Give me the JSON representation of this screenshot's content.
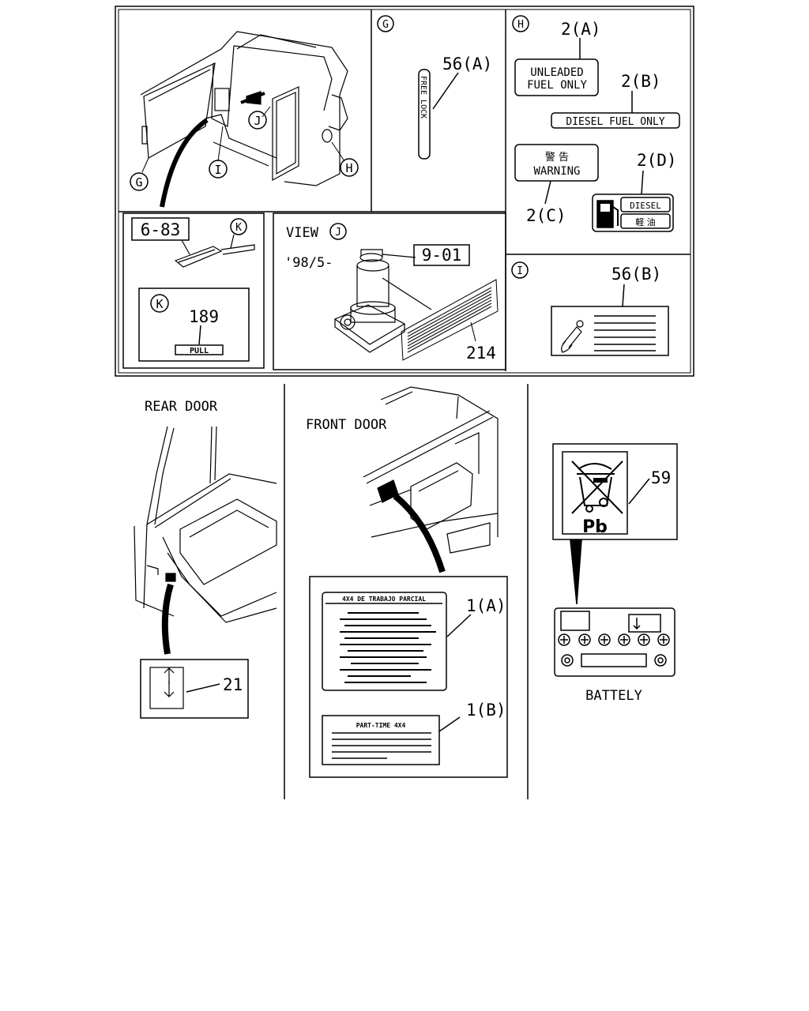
{
  "callouts": {
    "g": "G",
    "h": "H",
    "i": "I",
    "j": "J",
    "k": "K"
  },
  "top": {
    "ref_6_83": "6-83",
    "part_189": "189",
    "pull": "PULL",
    "view": "VIEW",
    "date": "'98/5-",
    "ref_9_01": "9-01",
    "part_214": "214",
    "part_56a": "56(A)",
    "free_lock": "FREE LOCK",
    "part_2a": "2(A)",
    "unleaded_1": "UNLEADED",
    "unleaded_2": "FUEL ONLY",
    "part_2b": "2(B)",
    "diesel_fuel_only": "DIESEL FUEL ONLY",
    "warning_jp": "警 告",
    "warning": "WARNING",
    "part_2c": "2(C)",
    "part_2d": "2(D)",
    "diesel": "DIESEL",
    "diesel_jp": "軽  油",
    "part_56b": "56(B)"
  },
  "bottom": {
    "rear_door": "REAR DOOR",
    "part_21": "21",
    "front_door": "FRONT DOOR",
    "part_1a": "1(A)",
    "label_1a_title": "4X4 DE TRABAJO PARCIAL",
    "part_1b": "1(B)",
    "label_1b_title": "PART-TIME 4X4",
    "part_59": "59",
    "pb": "Pb",
    "battely": "BATTELY"
  }
}
